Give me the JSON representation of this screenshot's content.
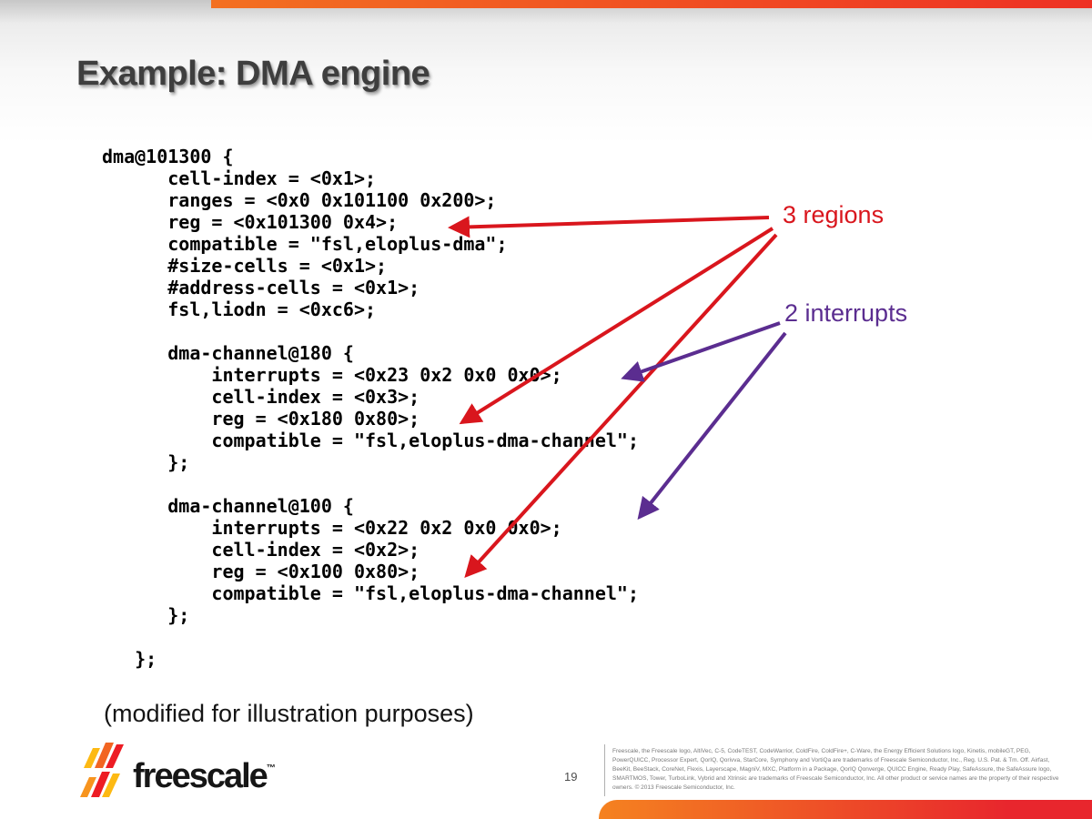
{
  "slide": {
    "title": "Example: DMA engine",
    "footnote": "(modified for illustration purposes)",
    "page_number": "19"
  },
  "code": {
    "text": "dma@101300 {\n      cell-index = <0x1>;\n      ranges = <0x0 0x101100 0x200>;\n      reg = <0x101300 0x4>;\n      compatible = \"fsl,eloplus-dma\";\n      #size-cells = <0x1>;\n      #address-cells = <0x1>;\n      fsl,liodn = <0xc6>;\n\n      dma-channel@180 {\n          interrupts = <0x23 0x2 0x0 0x0>;\n          cell-index = <0x3>;\n          reg = <0x180 0x80>;\n          compatible = \"fsl,eloplus-dma-channel\";\n      };\n\n      dma-channel@100 {\n          interrupts = <0x22 0x2 0x0 0x0>;\n          cell-index = <0x2>;\n          reg = <0x100 0x80>;\n          compatible = \"fsl,eloplus-dma-channel\";\n      };\n\n   };"
  },
  "annotations": {
    "regions_label": "3 regions",
    "regions_color": "#d9161d",
    "interrupts_label": "2 interrupts",
    "interrupts_color": "#5b2d90"
  },
  "branding": {
    "wordmark": "freescale",
    "trademark": "™",
    "accent_orange": "#f37021",
    "accent_red": "#ee3124"
  },
  "legal": {
    "text": "Freescale, the Freescale logo, AltiVec, C-5, CodeTEST, CodeWarrior, ColdFire, ColdFire+, C-Ware, the Energy Efficient Solutions logo, Kinetis, mobileGT, PEG, PowerQUICC, Processor Expert, QorIQ, Qorivva, StarCore, Symphony and VortiQa are trademarks of Freescale Semiconductor, Inc., Reg. U.S. Pat. & Tm. Off. Airfast, BeeKit, BeeStack, CoreNet, Flexis, Layerscape, MagniV, MXC, Platform in a Package, QorIQ Qonverge, QUICC Engine, Ready Play, SafeAssure, the SafeAssure logo, SMARTMOS, Tower, TurboLink, Vybrid and Xtrinsic are trademarks of Freescale Semiconductor, Inc. All other product or service names are the property of their respective owners. © 2013 Freescale Semiconductor, Inc."
  }
}
